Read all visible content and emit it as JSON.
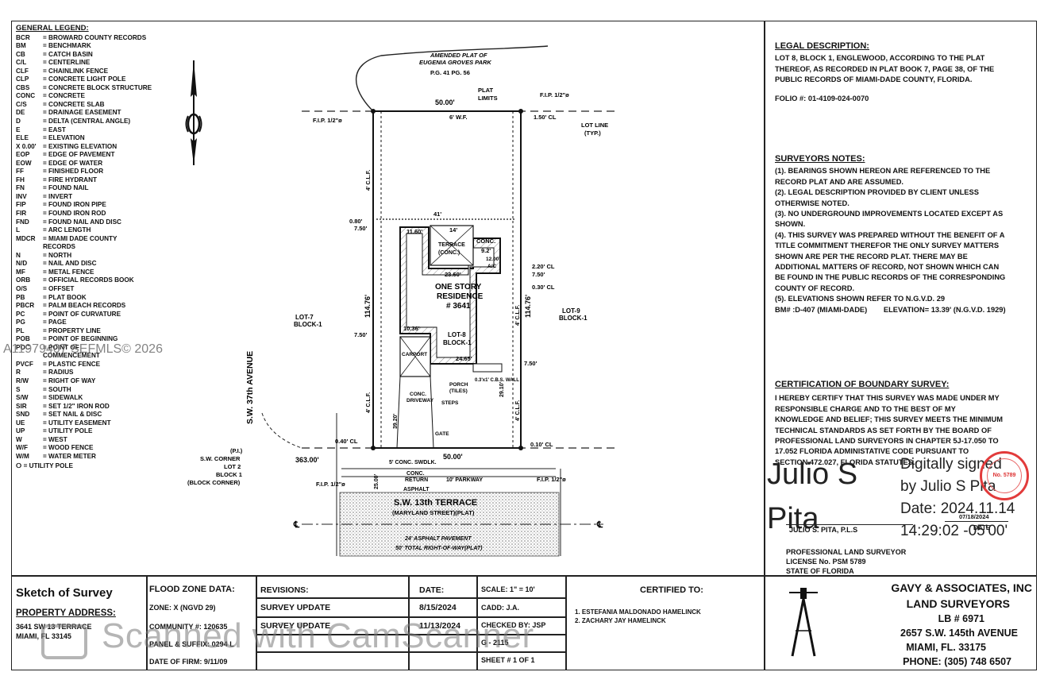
{
  "legend": {
    "title": "GENERAL LEGEND:",
    "items": [
      {
        "abbr": "BCR",
        "desc": "= BROWARD COUNTY RECORDS"
      },
      {
        "abbr": "BM",
        "desc": "= BENCHMARK"
      },
      {
        "abbr": "CB",
        "desc": "= CATCH BASIN"
      },
      {
        "abbr": "C/L",
        "desc": "= CENTERLINE"
      },
      {
        "abbr": "CLF",
        "desc": "= CHAINLINK FENCE"
      },
      {
        "abbr": "CLP",
        "desc": "= CONCRETE LIGHT POLE"
      },
      {
        "abbr": "CBS",
        "desc": "= CONCRETE BLOCK STRUCTURE"
      },
      {
        "abbr": "CONC",
        "desc": "= CONCRETE"
      },
      {
        "abbr": "C/S",
        "desc": "= CONCRETE SLAB"
      },
      {
        "abbr": "DE",
        "desc": "= DRAINAGE EASEMENT"
      },
      {
        "abbr": "D",
        "desc": "= DELTA (CENTRAL ANGLE)"
      },
      {
        "abbr": "E",
        "desc": "= EAST"
      },
      {
        "abbr": "ELE",
        "desc": "= ELEVATION"
      },
      {
        "abbr": "X 0.00'",
        "desc": "= EXISTING ELEVATION"
      },
      {
        "abbr": "EOP",
        "desc": "= EDGE OF PAVEMENT"
      },
      {
        "abbr": "EOW",
        "desc": "= EDGE OF WATER"
      },
      {
        "abbr": "FF",
        "desc": "= FINISHED FLOOR"
      },
      {
        "abbr": "FH",
        "desc": "= FIRE HYDRANT"
      },
      {
        "abbr": "FN",
        "desc": "= FOUND NAIL"
      },
      {
        "abbr": "INV",
        "desc": "= INVERT"
      },
      {
        "abbr": "FIP",
        "desc": "= FOUND IRON PIPE"
      },
      {
        "abbr": "FIR",
        "desc": "= FOUND IRON ROD"
      },
      {
        "abbr": "FND",
        "desc": "= FOUND NAIL AND DISC"
      },
      {
        "abbr": "L",
        "desc": "= ARC LENGTH"
      },
      {
        "abbr": "MDCR",
        "desc": "= MIAMI DADE COUNTY"
      },
      {
        "abbr": "",
        "desc": "RECORDS"
      },
      {
        "abbr": "N",
        "desc": "= NORTH"
      },
      {
        "abbr": "N/D",
        "desc": "= NAIL AND DISC"
      },
      {
        "abbr": "MF",
        "desc": "= METAL FENCE"
      },
      {
        "abbr": "ORB",
        "desc": "= OFFICIAL RECORDS BOOK"
      },
      {
        "abbr": "O/S",
        "desc": "= OFFSET"
      },
      {
        "abbr": "PB",
        "desc": "= PLAT BOOK"
      },
      {
        "abbr": "PBCR",
        "desc": "= PALM BEACH RECORDS"
      },
      {
        "abbr": "PC",
        "desc": "= POINT OF CURVATURE"
      },
      {
        "abbr": "PG",
        "desc": "= PAGE"
      },
      {
        "abbr": "PL",
        "desc": "= PROPERTY LINE"
      },
      {
        "abbr": "POB",
        "desc": "= POINT OF BEGINNING"
      },
      {
        "abbr": "POC",
        "desc": "= POINT OF"
      },
      {
        "abbr": "",
        "desc": "COMMENCEMENT"
      },
      {
        "abbr": "PVCF",
        "desc": "= PLASTIC FENCE"
      },
      {
        "abbr": "R",
        "desc": "= RADIUS"
      },
      {
        "abbr": "R/W",
        "desc": "= RIGHT OF WAY"
      },
      {
        "abbr": "S",
        "desc": "= SOUTH"
      },
      {
        "abbr": "S/W",
        "desc": "= SIDEWALK"
      },
      {
        "abbr": "SIR",
        "desc": "= SET 1/2\" IRON ROD"
      },
      {
        "abbr": "SND",
        "desc": "= SET NAIL & DISC"
      },
      {
        "abbr": "UE",
        "desc": "= UTILITY EASEMENT"
      },
      {
        "abbr": "UP",
        "desc": "= UTILITY POLE"
      },
      {
        "abbr": "W",
        "desc": "= WEST"
      },
      {
        "abbr": "W/F",
        "desc": "= WOOD FENCE"
      },
      {
        "abbr": "W/M",
        "desc": "= WATER METER"
      }
    ],
    "footer": "= UTILITY POLE"
  },
  "watermark_mls": "A11979407  SEFMLS© 2026",
  "plan": {
    "plat_title_1": "AMENDED PLAT OF",
    "plat_title_2": "EUGENIA GROVES PARK",
    "plat_book": "P.G. 41 PG. 56",
    "plat_limits": "PLAT",
    "plat_limits_2": "LIMITS",
    "fip_ne": "F.I.P. 1/2\"ø",
    "fip_nw": "F.I.P. 1/2\"ø",
    "fip_sw": "F.I.P. 1/2\"ø",
    "fip_se": "F.I.P. 1/2\"ø",
    "dim_north": "50.00'",
    "dim_south": "50.00'",
    "wf": "6' W.F.",
    "lot_line": "LOT LINE",
    "lot_line_typ": "(TYP.)",
    "cl_150": "1.50' CL",
    "cl_220": "2.20' CL",
    "dim_750a": "7.50'",
    "cl_030": "0.30' CL",
    "dim_750b": "7.50'",
    "dim_750c": "7.50'",
    "dim_750d": "7.50'",
    "dim_080": "0.80'",
    "dim_41": "41'",
    "dim_1160": "11.60'",
    "terrace": "TERRACE",
    "terrace_conc": "(CONC.)",
    "dim_14": "14'",
    "conc": "CONC.",
    "dim_92": "9.2'",
    "dim_1200": "12.00'",
    "ac": "A/C",
    "dim_2360": "23.60'",
    "residence_1": "ONE STORY",
    "residence_2": "RESIDENCE",
    "residence_3": "# 3641",
    "lot8": "LOT-8",
    "lot8_block": "BLOCK-1",
    "lot7": "LOT-7",
    "lot7_block": "BLOCK-1",
    "lot9": "LOT-9",
    "lot9_block": "BLOCK-1",
    "dim_11476_w": "114.76'",
    "dim_11476_e": "114.76'",
    "dim_1036": "10.36'",
    "dim_2465": "24.65'",
    "carport": "CARPORT",
    "porch": "PORCH",
    "porch_tiles": "(TILES)",
    "conc_driveway": "CONC.",
    "driveway": "DRIVEWAY",
    "steps": "STEPS",
    "cbs_wall": "0.3'x1' C.B.S. WALL",
    "gate": "GATE",
    "clf": "4' C.L.F.",
    "cl_040": "0.40' CL",
    "cl_010": "0.10' CL",
    "corner_pi": "(P.I.)",
    "corner_sw": "S.W. CORNER",
    "corner_lot2": "LOT 2",
    "corner_block": "BLOCK 1",
    "corner_blockc": "(BLOCK CORNER)",
    "dim_36300": "363.00'",
    "sidewalk": "5' CONC. SWDLK.",
    "conc_return": "CONC.",
    "return": "RETURN",
    "parkway": "10' PARKWAY",
    "asphalt": "ASPHALT",
    "avenue": "S.W. 37th AVENUE",
    "street_1": "S.W. 13th TERRACE",
    "street_2": "(MARYLAND STREET)(PLAT)",
    "pavement": "24' ASPHALT PAVEMENT",
    "row": "50' TOTAL RIGHT-OF-WAY(PLAT)",
    "cl_symbol": "℄",
    "dim_2500": "25.00'",
    "dim_2910": "29.10'",
    "dim_3920": "39.20'"
  },
  "legal": {
    "heading": "LEGAL DESCRIPTION:",
    "lines": [
      "LOT 8, BLOCK 1, ENGLEWOOD, ACCORDING TO THE PLAT",
      "THEREOF, AS RECORDED IN PLAT BOOK 7, PAGE 38, OF THE",
      "PUBLIC RECORDS OF MIAMI-DADE COUNTY, FLORIDA."
    ],
    "folio": "FOLIO #: 01-4109-024-0070"
  },
  "notes": {
    "heading": "SURVEYORS NOTES:",
    "lines": [
      "(1). BEARINGS SHOWN HEREON ARE REFERENCED TO THE",
      "RECORD PLAT AND ARE ASSUMED.",
      "(2). LEGAL DESCRIPTION PROVIDED BY CLIENT UNLESS",
      "OTHERWISE NOTED.",
      "(3). NO UNDERGROUND IMPROVEMENTS LOCATED EXCEPT AS",
      "SHOWN.",
      "(4). THIS SURVEY WAS PREPARED WITHOUT THE BENEFIT OF A",
      "TITLE COMMITMENT THEREFOR THE ONLY SURVEY MATTERS",
      "SHOWN ARE PER THE RECORD PLAT. THERE MAY BE",
      "ADDITIONAL MATTERS OF RECORD, NOT SHOWN WHICH CAN",
      "BE FOUND IN THE PUBLIC RECORDS OF THE CORRESPONDING",
      "COUNTY OF RECORD.",
      "(5). ELEVATIONS SHOWN REFER TO N.G.V.D. 29"
    ],
    "bm": "BM# :D-407 (MIAMI-DADE)        ELEVATION= 13.39' (N.G.V.D. 1929)"
  },
  "cert": {
    "heading": "CERTIFICATION OF BOUNDARY SURVEY:",
    "lines": [
      "I HEREBY CERTIFY THAT THIS SURVEY WAS MADE UNDER MY",
      "RESPONSIBLE CHARGE AND TO THE BEST OF MY",
      "KNOWLEDGE AND BELIEF; THIS SURVEY MEETS THE MINIMUM",
      "TECHNICAL STANDARDS AS SET FORTH BY THE BOARD OF",
      "PROFESSIONAL LAND SURVEYORS IN CHAPTER 5J-17.050 TO",
      "17.052 FLORIDA ADMINISTATIVE CODE PURSUANT TO",
      "SECTION 472.027, FLORIDA STATUTES."
    ],
    "sig_name_1": "Julio S",
    "sig_name_2": "Pita",
    "digital_1": "Digitally signed",
    "digital_2": "by Julio S Pita",
    "digital_3": "Date: 2024.11.14",
    "digital_4": "14:29:02 -05'00'",
    "date_small": "07/18/2024",
    "date_label": "DATE",
    "printed_name": "JULIO S. PITA, P.L.S",
    "title": "PROFESSIONAL LAND SURVEYOR",
    "license": "LICENSE No. PSM 5789",
    "state": "STATE OF FLORIDA",
    "stamp_text": "No. 5789"
  },
  "titleblock": {
    "sketch": "Sketch of Survey",
    "address_label": "PROPERTY ADDRESS:",
    "address_1": "3641 SW 13 TERRACE",
    "address_2": "MIAMI, FL 33145",
    "flood_heading": "FLOOD ZONE DATA:",
    "zone": "ZONE:  X  (NGVD 29)",
    "community": "COMMUNITY #: 120635",
    "panel": "PANEL & SUFFIX: 0294 L",
    "firm": "DATE OF FIRM: 9/11/09",
    "revisions": "REVISIONS:",
    "rev1": "SURVEY UPDATE",
    "rev2": "SURVEY UPDATE",
    "date_h": "DATE:",
    "date1": "8/15/2024",
    "date2": "11/13/2024",
    "scale": "SCALE:  1\" = 10'",
    "cadd": "CADD:  J.A.",
    "checked": "CHECKED BY: JSP",
    "job": "G - 2115",
    "sheet": "SHEET # 1  OF  1",
    "certified_h": "CERTIFIED TO:",
    "cert1": "1. ESTEFANIA MALDONADO HAMELINCK",
    "cert2": "2. ZACHARY JAY HAMELINCK",
    "firm_1": "GAVY & ASSOCIATES, INC",
    "firm_2": "LAND SURVEYORS",
    "firm_3": "LB # 6971",
    "firm_4": "2657 S.W. 145th AVENUE",
    "firm_5": "MIAMI, FL. 33175",
    "firm_6": "PHONE: (305) 748 6507"
  },
  "camscanner": "Scanned with CamScanner"
}
